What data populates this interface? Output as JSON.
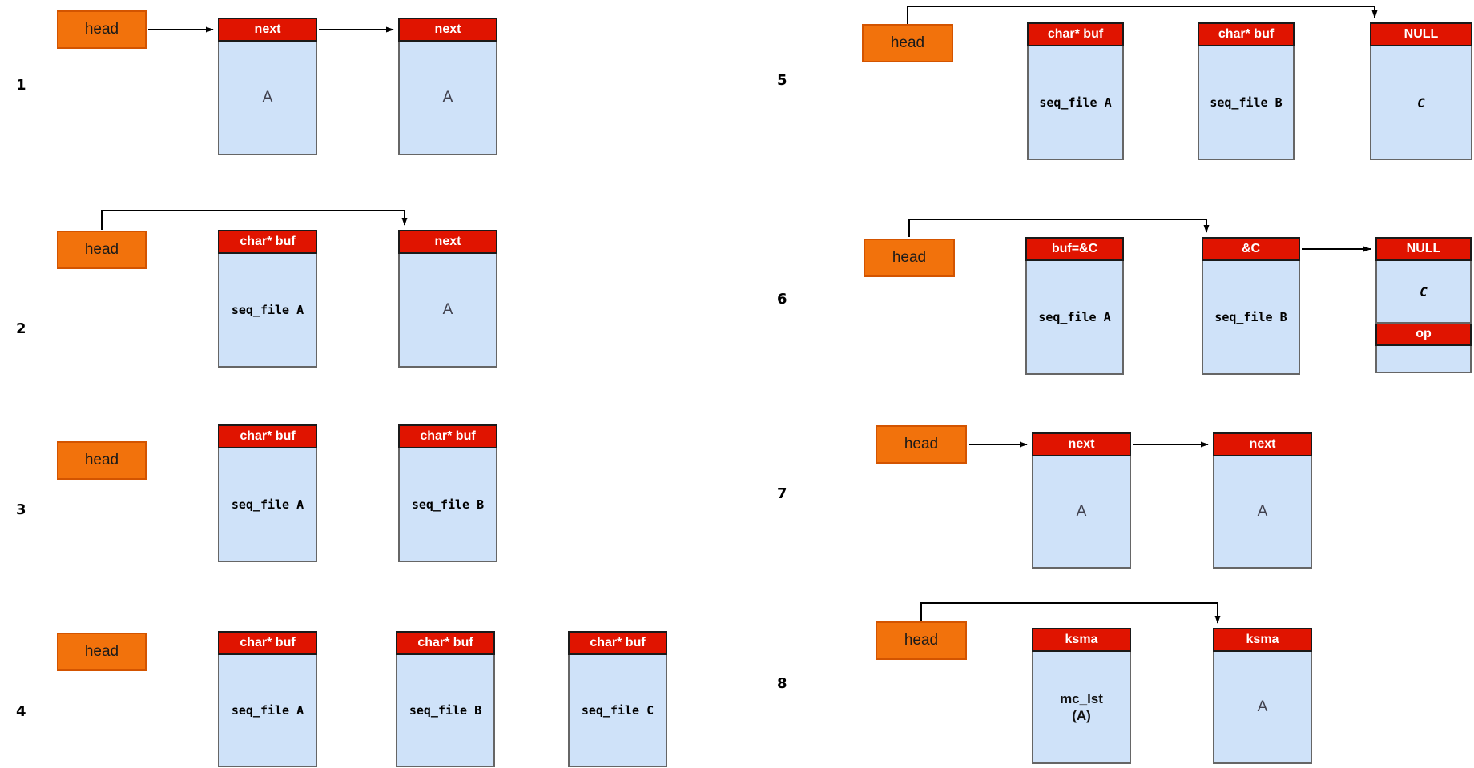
{
  "sections": [
    {
      "label": "1",
      "head_label": "head",
      "nodes": [
        {
          "header": "next",
          "body": "A"
        },
        {
          "header": "next",
          "body": "A"
        }
      ]
    },
    {
      "label": "2",
      "head_label": "head",
      "nodes": [
        {
          "header": "char* buf",
          "body": "seq_file A"
        },
        {
          "header": "next",
          "body": "A"
        }
      ]
    },
    {
      "label": "3",
      "head_label": "head",
      "nodes": [
        {
          "header": "char* buf",
          "body": "seq_file A"
        },
        {
          "header": "char* buf",
          "body": "seq_file B"
        }
      ]
    },
    {
      "label": "4",
      "head_label": "head",
      "nodes": [
        {
          "header": "char* buf",
          "body": "seq_file A"
        },
        {
          "header": "char* buf",
          "body": "seq_file B"
        },
        {
          "header": "char* buf",
          "body": "seq_file C"
        }
      ]
    },
    {
      "label": "5",
      "head_label": "head",
      "nodes": [
        {
          "header": "char* buf",
          "body": "seq_file A"
        },
        {
          "header": "char* buf",
          "body": "seq_file B"
        },
        {
          "header": "NULL",
          "body": "C"
        }
      ]
    },
    {
      "label": "6",
      "head_label": "head",
      "nodes": [
        {
          "header": "buf=&C",
          "body": "seq_file A"
        },
        {
          "header": "&C",
          "body": "seq_file B"
        },
        {
          "header": "NULL",
          "body": "C",
          "op_label": "op"
        }
      ]
    },
    {
      "label": "7",
      "head_label": "head",
      "nodes": [
        {
          "header": "next",
          "body": "A"
        },
        {
          "header": "next",
          "body": "A"
        }
      ]
    },
    {
      "label": "8",
      "head_label": "head",
      "nodes": [
        {
          "header": "ksma",
          "body": "mc_lst\n(A)"
        },
        {
          "header": "ksma",
          "body": "A"
        }
      ]
    }
  ],
  "colors": {
    "head_fill": "#F2720C",
    "head_border": "#D35400",
    "header_fill": "#E01400",
    "body_fill": "#CFE2F9",
    "body_border": "#666666",
    "arrow": "#000000"
  }
}
